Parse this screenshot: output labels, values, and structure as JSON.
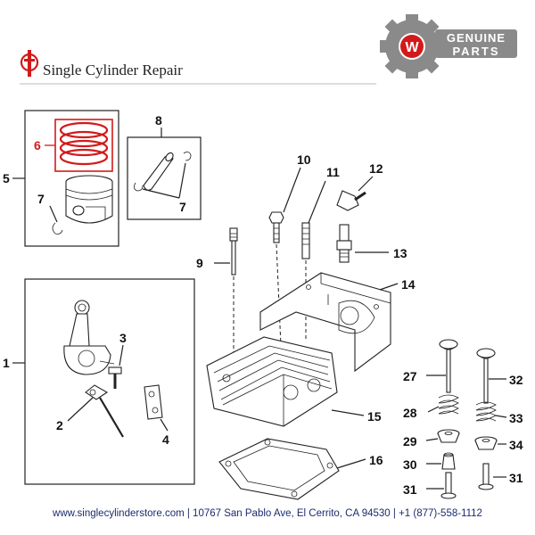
{
  "brand": {
    "name": "Single Cylinder Repair",
    "badge_line1": "GENUINE",
    "badge_line2": "PARTS",
    "badge_letter": "W"
  },
  "callouts": {
    "c1": "1",
    "c2": "2",
    "c3": "3",
    "c4": "4",
    "c5": "5",
    "c6": "6",
    "c7a": "7",
    "c7b": "7",
    "c8": "8",
    "c9": "9",
    "c10": "10",
    "c11": "11",
    "c12": "12",
    "c13": "13",
    "c14": "14",
    "c15": "15",
    "c16": "16",
    "c27": "27",
    "c28": "28",
    "c29": "29",
    "c30": "30",
    "c31a": "31",
    "c31b": "31",
    "c32": "32",
    "c33": "33",
    "c34": "34"
  },
  "colors": {
    "highlight": "#d21a1a",
    "badge_gray": "#8a8a8a",
    "footer_text": "#1c2b6e"
  },
  "footer": {
    "text": "www.singlecylinderstore.com  |  10767 San Pablo Ave, El Cerrito, CA 94530  |  +1 (877)-558-1112"
  }
}
